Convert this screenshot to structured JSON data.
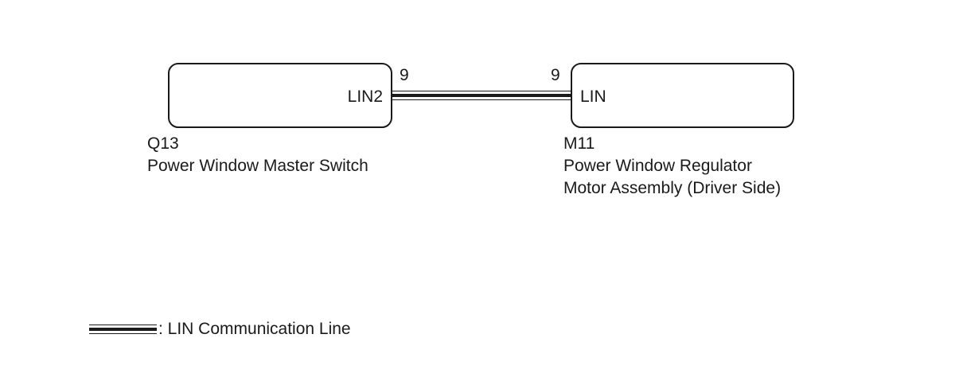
{
  "components": {
    "q13": {
      "code": "Q13",
      "name_lines": [
        "Power Window Master Switch"
      ],
      "pin_label": "LIN2",
      "pin_number": "9"
    },
    "m11": {
      "code": "M11",
      "name_lines": [
        "Power Window Regulator",
        "Motor Assembly (Driver Side)"
      ],
      "pin_label": "LIN",
      "pin_number": "9"
    }
  },
  "wire": {
    "type": "LIN"
  },
  "legend": {
    "text": ": LIN Communication Line"
  }
}
